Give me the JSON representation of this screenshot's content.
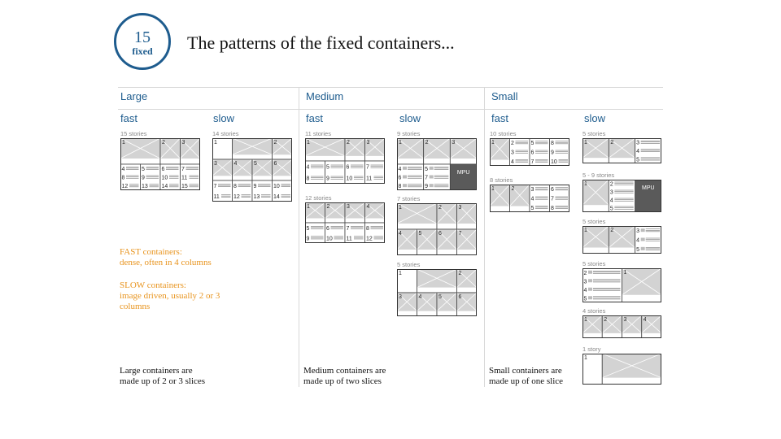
{
  "badge": {
    "number": "15",
    "label": "fixed"
  },
  "title": "The patterns of the fixed containers...",
  "sections": [
    {
      "label": "Large",
      "fast": "fast",
      "slow": "slow"
    },
    {
      "label": "Medium",
      "fast": "fast",
      "slow": "slow"
    },
    {
      "label": "Small",
      "fast": "fast",
      "slow": "slow"
    }
  ],
  "notes": {
    "fast_title": "FAST containers:",
    "fast_desc": "dense, often in 4 columns",
    "slow_title": "SLOW containers:",
    "slow_desc_1": "image driven, usually 2 or 3",
    "slow_desc_2": "columns"
  },
  "footers": {
    "large_1": "Large containers are",
    "large_2": "made up of 2 or 3 slices",
    "medium_1": "Medium containers are",
    "medium_2": "made up of two slices",
    "small_1": "Small containers are",
    "small_2": "made up of one slice"
  },
  "mpu_label": "MPU",
  "thumbnails": [
    {
      "id": "l-fast-15",
      "count": "15 stories",
      "cells": [
        {
          "r": [
            0,
            0,
            2,
            1
          ],
          "n": "1",
          "img": true
        },
        {
          "r": [
            2,
            0,
            1,
            1
          ],
          "n": "2",
          "img": true
        },
        {
          "r": [
            3,
            0,
            1,
            1
          ],
          "n": "3",
          "img": true
        },
        {
          "r": [
            0,
            1,
            1,
            1
          ],
          "lines": [
            "4",
            "8",
            "12"
          ]
        },
        {
          "r": [
            1,
            1,
            1,
            1
          ],
          "lines": [
            "5",
            "9",
            "13"
          ]
        },
        {
          "r": [
            2,
            1,
            1,
            1
          ],
          "lines": [
            "6",
            "10",
            "14"
          ]
        },
        {
          "r": [
            3,
            1,
            1,
            1
          ],
          "lines": [
            "7",
            "11",
            "15"
          ]
        }
      ]
    },
    {
      "id": "l-slow-14",
      "count": "14 stories",
      "cells": [
        {
          "r": [
            0,
            0,
            1,
            1
          ],
          "n": "1"
        },
        {
          "r": [
            1,
            0,
            2,
            1
          ],
          "img": true
        },
        {
          "r": [
            3,
            0,
            1,
            1
          ],
          "n": "2",
          "img": true
        },
        {
          "r": [
            0,
            1,
            1,
            1
          ],
          "n": "3",
          "img": true
        },
        {
          "r": [
            1,
            1,
            1,
            1
          ],
          "n": "4",
          "img": true
        },
        {
          "r": [
            2,
            1,
            1,
            1
          ],
          "n": "5",
          "img": true
        },
        {
          "r": [
            3,
            1,
            1,
            1
          ],
          "n": "6",
          "img": true
        },
        {
          "r": [
            0,
            2,
            1,
            1
          ],
          "lines": [
            "7",
            "11"
          ]
        },
        {
          "r": [
            1,
            2,
            1,
            1
          ],
          "lines": [
            "8",
            "12"
          ]
        },
        {
          "r": [
            2,
            2,
            1,
            1
          ],
          "lines": [
            "9",
            "13"
          ]
        },
        {
          "r": [
            3,
            2,
            1,
            1
          ],
          "lines": [
            "10",
            "14"
          ]
        }
      ]
    },
    {
      "id": "m-fast-11",
      "count": "11 stories",
      "cells": [
        {
          "r": [
            0,
            0,
            2,
            1
          ],
          "n": "1",
          "img": true
        },
        {
          "r": [
            2,
            0,
            1,
            1
          ],
          "n": "2",
          "img": true
        },
        {
          "r": [
            3,
            0,
            1,
            1
          ],
          "n": "3",
          "img": true
        },
        {
          "r": [
            0,
            1,
            1,
            1
          ],
          "lines": [
            "4",
            "8"
          ]
        },
        {
          "r": [
            1,
            1,
            1,
            1
          ],
          "lines": [
            "5",
            "9"
          ]
        },
        {
          "r": [
            2,
            1,
            1,
            1
          ],
          "lines": [
            "6",
            "10"
          ]
        },
        {
          "r": [
            3,
            1,
            1,
            1
          ],
          "lines": [
            "7",
            "11"
          ]
        }
      ]
    },
    {
      "id": "m-fast-12",
      "count": "12 stories",
      "cells": [
        {
          "r": [
            0,
            0,
            1,
            1
          ],
          "n": "1",
          "img": true
        },
        {
          "r": [
            1,
            0,
            1,
            1
          ],
          "n": "2",
          "img": true
        },
        {
          "r": [
            2,
            0,
            1,
            1
          ],
          "n": "3",
          "img": true
        },
        {
          "r": [
            3,
            0,
            1,
            1
          ],
          "n": "4",
          "img": true
        },
        {
          "r": [
            0,
            1,
            1,
            1
          ],
          "lines": [
            "5",
            "9"
          ]
        },
        {
          "r": [
            1,
            1,
            1,
            1
          ],
          "lines": [
            "6",
            "10"
          ]
        },
        {
          "r": [
            2,
            1,
            1,
            1
          ],
          "lines": [
            "7",
            "11"
          ]
        },
        {
          "r": [
            3,
            1,
            1,
            1
          ],
          "lines": [
            "8",
            "12"
          ]
        }
      ]
    },
    {
      "id": "m-slow-9",
      "count": "9 stories",
      "cells": [
        {
          "r": [
            0,
            0,
            1,
            1
          ],
          "n": "1",
          "img": true
        },
        {
          "r": [
            1,
            0,
            1,
            1
          ],
          "n": "2",
          "img": true
        },
        {
          "r": [
            2,
            0,
            1,
            1
          ],
          "n": "3",
          "img": true
        },
        {
          "r": [
            0,
            1,
            1,
            1
          ],
          "lines": [
            "4",
            "6",
            "8"
          ],
          "mini": true
        },
        {
          "r": [
            1,
            1,
            1,
            1
          ],
          "lines": [
            "5",
            "7",
            "9"
          ],
          "mini": true
        },
        {
          "r": [
            2,
            1,
            1,
            1
          ],
          "mpu": true
        }
      ]
    },
    {
      "id": "m-slow-7",
      "count": "7 stories",
      "cells": [
        {
          "r": [
            0,
            0,
            2,
            1
          ],
          "n": "1",
          "img": true
        },
        {
          "r": [
            2,
            0,
            1,
            1
          ],
          "n": "2",
          "img": true
        },
        {
          "r": [
            3,
            0,
            1,
            1
          ],
          "n": "3",
          "img": true
        },
        {
          "r": [
            0,
            1,
            1,
            1
          ],
          "n": "4",
          "img": true
        },
        {
          "r": [
            1,
            1,
            1,
            1
          ],
          "n": "5",
          "img": true
        },
        {
          "r": [
            2,
            1,
            1,
            1
          ],
          "n": "6",
          "img": true
        },
        {
          "r": [
            3,
            1,
            1,
            1
          ],
          "n": "7",
          "img": true
        }
      ]
    },
    {
      "id": "m-slow-6",
      "count": "5 stories",
      "cells": [
        {
          "r": [
            0,
            0,
            1,
            1
          ],
          "n": "1"
        },
        {
          "r": [
            1,
            0,
            2,
            1
          ],
          "img": true
        },
        {
          "r": [
            3,
            0,
            1,
            1
          ],
          "n": "2",
          "img": true
        },
        {
          "r": [
            0,
            1,
            1,
            1
          ],
          "n": "3",
          "img": true
        },
        {
          "r": [
            1,
            1,
            1,
            1
          ],
          "n": "4",
          "img": true
        },
        {
          "r": [
            2,
            1,
            1,
            1
          ],
          "n": "5",
          "img": true
        },
        {
          "r": [
            3,
            1,
            1,
            1
          ],
          "n": "6",
          "img": true
        }
      ]
    },
    {
      "id": "s-fast-10",
      "count": "10 stories",
      "cells": [
        {
          "r": [
            0,
            0,
            1,
            1
          ],
          "n": "1",
          "img": true
        },
        {
          "r": [
            1,
            0,
            1,
            1
          ],
          "lines": [
            "2",
            "3",
            "4"
          ]
        },
        {
          "r": [
            2,
            0,
            1,
            1
          ],
          "lines": [
            "5",
            "6",
            "7"
          ]
        },
        {
          "r": [
            3,
            0,
            1,
            1
          ],
          "lines": [
            "8",
            "9",
            "10"
          ]
        }
      ]
    },
    {
      "id": "s-fast-8",
      "count": "8 stories",
      "cells": [
        {
          "r": [
            0,
            0,
            1,
            1
          ],
          "n": "1",
          "img": true
        },
        {
          "r": [
            1,
            0,
            1,
            1
          ],
          "n": "2",
          "img": true
        },
        {
          "r": [
            2,
            0,
            1,
            1
          ],
          "lines": [
            "3",
            "4",
            "5"
          ]
        },
        {
          "r": [
            3,
            0,
            1,
            1
          ],
          "lines": [
            "6",
            "7",
            "8"
          ]
        }
      ]
    },
    {
      "id": "s-slow-5a",
      "count": "5 stories",
      "cells": [
        {
          "r": [
            0,
            0,
            1,
            1
          ],
          "n": "1",
          "img": true
        },
        {
          "r": [
            1,
            0,
            1,
            1
          ],
          "n": "2",
          "img": true
        },
        {
          "r": [
            2,
            0,
            1,
            1
          ],
          "lines": [
            "3",
            "4",
            "5"
          ]
        }
      ]
    },
    {
      "id": "s-slow-59",
      "count": "5 - 9 stories",
      "cells": [
        {
          "r": [
            0,
            0,
            1,
            1
          ],
          "n": "1",
          "img": true
        },
        {
          "r": [
            1,
            0,
            1,
            1
          ],
          "lines": [
            "2",
            "3",
            "4",
            "5"
          ]
        },
        {
          "r": [
            2,
            0,
            1,
            1
          ],
          "mpu": true
        }
      ]
    },
    {
      "id": "s-slow-5b",
      "count": "5 stories",
      "cells": [
        {
          "r": [
            0,
            0,
            1,
            1
          ],
          "n": "1",
          "img": true
        },
        {
          "r": [
            1,
            0,
            1,
            1
          ],
          "n": "2",
          "img": true
        },
        {
          "r": [
            2,
            0,
            1,
            1
          ],
          "lines": [
            "3",
            "4",
            "5"
          ],
          "mini": true
        }
      ]
    },
    {
      "id": "s-slow-5c",
      "count": "5 stories",
      "cells": [
        {
          "r": [
            0,
            0,
            1,
            1
          ],
          "lines": [
            "2",
            "3",
            "4",
            "5"
          ],
          "mini": true
        },
        {
          "r": [
            1,
            0,
            1,
            1
          ],
          "n": "1",
          "img": true
        }
      ]
    },
    {
      "id": "s-slow-4",
      "count": "4 stories",
      "cells": [
        {
          "r": [
            0,
            0,
            1,
            1
          ],
          "n": "1",
          "img": true
        },
        {
          "r": [
            1,
            0,
            1,
            1
          ],
          "n": "2",
          "img": true
        },
        {
          "r": [
            2,
            0,
            1,
            1
          ],
          "n": "3",
          "img": true
        },
        {
          "r": [
            3,
            0,
            1,
            1
          ],
          "n": "4",
          "img": true
        }
      ]
    },
    {
      "id": "s-slow-1",
      "count": "1 story",
      "cells": [
        {
          "r": [
            0,
            0,
            1,
            1
          ],
          "n": "1"
        },
        {
          "r": [
            1,
            0,
            3,
            1
          ],
          "img": true
        }
      ]
    }
  ]
}
